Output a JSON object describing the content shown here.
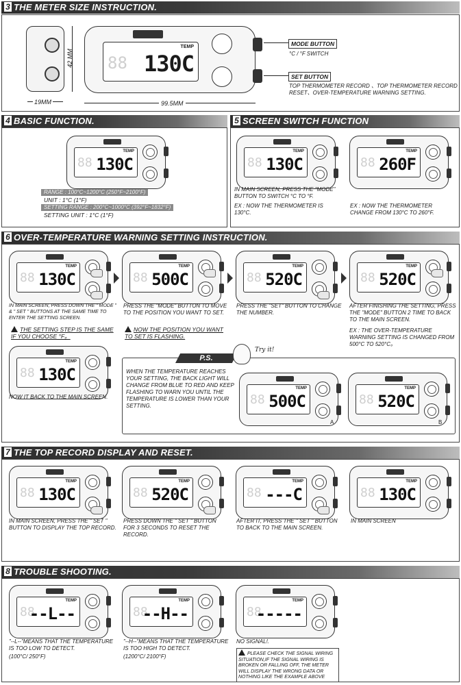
{
  "sections": {
    "s3": {
      "num": "3",
      "title": "THE METER SIZE INSTRUCTION."
    },
    "s4": {
      "num": "4",
      "title": "BASIC FUNCTION."
    },
    "s5": {
      "num": "5",
      "title": "SCREEN SWITCH FUNCTION"
    },
    "s6": {
      "num": "6",
      "title": "OVER-TEMPERATURE WARNING SETTING INSTRUCTION."
    },
    "s7": {
      "num": "7",
      "title": "THE TOP RECORD DISPLAY AND RESET."
    },
    "s8": {
      "num": "8",
      "title": "TROUBLE SHOOTING."
    }
  },
  "size": {
    "height": "42 mm",
    "width_small": "19mm",
    "width_total": "99.5mm",
    "mode_button": {
      "label": "MODE BUTTON",
      "desc": "°C / °F SWITCH"
    },
    "set_button": {
      "label": "SET BUTTON",
      "desc": "TOP THERMOMETER RECORD 、TOP THERMOMETER RECORD RESET、OVER-TEMPERATURE WARNING SETTING."
    }
  },
  "temp_tag": "TEMP",
  "ghost": "88",
  "basic": {
    "display": "130C",
    "range": "RANGE : 100°C~1200°C (250°F~2100°F)",
    "unit": "UNIT : 1°C (1°F)",
    "setting_range": "SETTING RANGE : 200°C~1000°C (392°F~1832°F)",
    "setting_unit": "SETTING UNIT : 1°C (1°F)"
  },
  "switch": {
    "display_a": "130C",
    "display_b": "260F",
    "text_a": "IN MAIN SCREEN, PRESS THE \"MODE\" BUTTON TO SWITCH °C TO °F.",
    "ex_a": "EX : NOW THE THERMOMETER IS 130°C.",
    "ex_b": "EX : NOW THE THERMOMETER CHANGE FROM 130°C TO 260°F."
  },
  "warning": {
    "d1": "130C",
    "d2": "500C",
    "d3": "520C",
    "d4": "520C",
    "d5": "130C",
    "step1": "IN MAIN SCREEN, PRESS DOWN THE \" MODE \" & \" SET \" BUTTONS AT THE SAME TIME TO ENTER THE SETTING SCREEN.",
    "step2": "PRESS THE \"MODE\" BUTTON TO MOVE TO THE POSITION YOU WANT TO SET.",
    "step3": "PRESS THE \"SET\" BUTTON TO CHANGE THE NUMBER.",
    "step4": "AFTER FINISHING THE SETTING, PRESS THE \"MODE\" BUTTON 2 TIME TO BACK TO THE MAIN SCREEN.",
    "step4_ex": "EX : THE OVER-TEMPERATURE WARNING SETTING IS CHANGED FROM 500°C TO 520°C。",
    "note1": "THE SETTING STEP IS THE SAME IF YOU CHOOSE °F。",
    "note2": "NOW THE POSITION YOU WANT TO SET IS FLASHING.",
    "back": "NOW IT BACK TO THE MAIN SCREEN.",
    "ps_label": "P.S.",
    "ps_text": "WHEN THE TEMPERATURE REACHES YOUR SETTING, THE BACK LIGHT WILL CHANGE FROM BLUE TO RED AND KEEP FLASHING TO WARN YOU UNTIL THE TEMPERATURE IS LOWER THAN YOUR SETTING.",
    "ps_a": "500C",
    "ps_b": "520C",
    "label_a": "A",
    "label_b": "B",
    "mascot": "Try it!"
  },
  "record": {
    "d1": "130C",
    "d2": "520C",
    "d3": "---C",
    "d4": "130C",
    "t1": "IN MAIN SCREEN, PRESS THE \" SET \" BUTTON TO DISPLAY THE TOP RECORD.",
    "t2": "PRESS DOWN THE \" SET \" BUTTON FOR 3 SECONDS TO RESET THE RECORD.",
    "t3": "AFTER IT, PRESS THE \" SET \" BUTTON TO BACK TO THE MAIN SCREEN.",
    "t4": "IN MAIN SCREEN"
  },
  "trouble": {
    "d1": "--L--",
    "d2": "--H--",
    "d3": "-----",
    "t1": "\"--L--\"MEANS THAT THE TEMPERATURE IS TOO LOW TO DETECT.",
    "t1b": "(100°C/ 250°F)",
    "t2": "\"--H--\"MEANS THAT THE TEMPERATURE IS TOO HIGH TO DETECT.",
    "t2b": "(1200°C/ 2100°F)",
    "t3": "NO SIGNAL!.",
    "t3_warn": "PLEASE CHECK THE SIGNAL WIRING SITUATION,IF THE SIGNAL WIRING IS BROKEN OR FALLING OFF, THE METER WILL DISPLAY THE WRONG DATA OR NOTHING LIKE THE EXAMPLE ABOVE"
  }
}
